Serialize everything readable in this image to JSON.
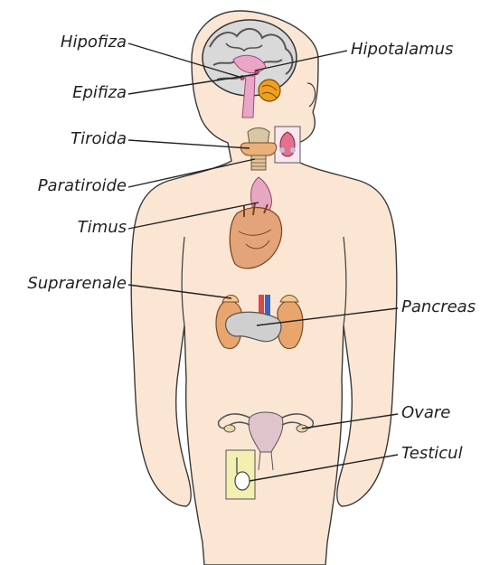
{
  "labels": {
    "hipofiza": "Hipofiza",
    "epifiza": "Epifiza",
    "tiroida": "Tiroida",
    "paratiroide": "Paratiroide",
    "timus": "Timus",
    "suprarenale": "Suprarenale",
    "hipotalamus": "Hipotalamus",
    "pancreas": "Pancreas",
    "ovare": "Ovare",
    "testicul": "Testicul"
  },
  "colors": {
    "skin": "#fbe6d4",
    "outline": "#3a3a3a",
    "brain": "#d9d9d9",
    "pituitary_pink": "#e9a6c6",
    "thyroid": "#e9b07a",
    "thymus": "#e5a8c0",
    "heart": "#e4a47a",
    "kidney": "#e8a66e",
    "pancreas": "#cfcfcf",
    "testis_box": "#f3efb0",
    "leader_line": "#222222"
  }
}
